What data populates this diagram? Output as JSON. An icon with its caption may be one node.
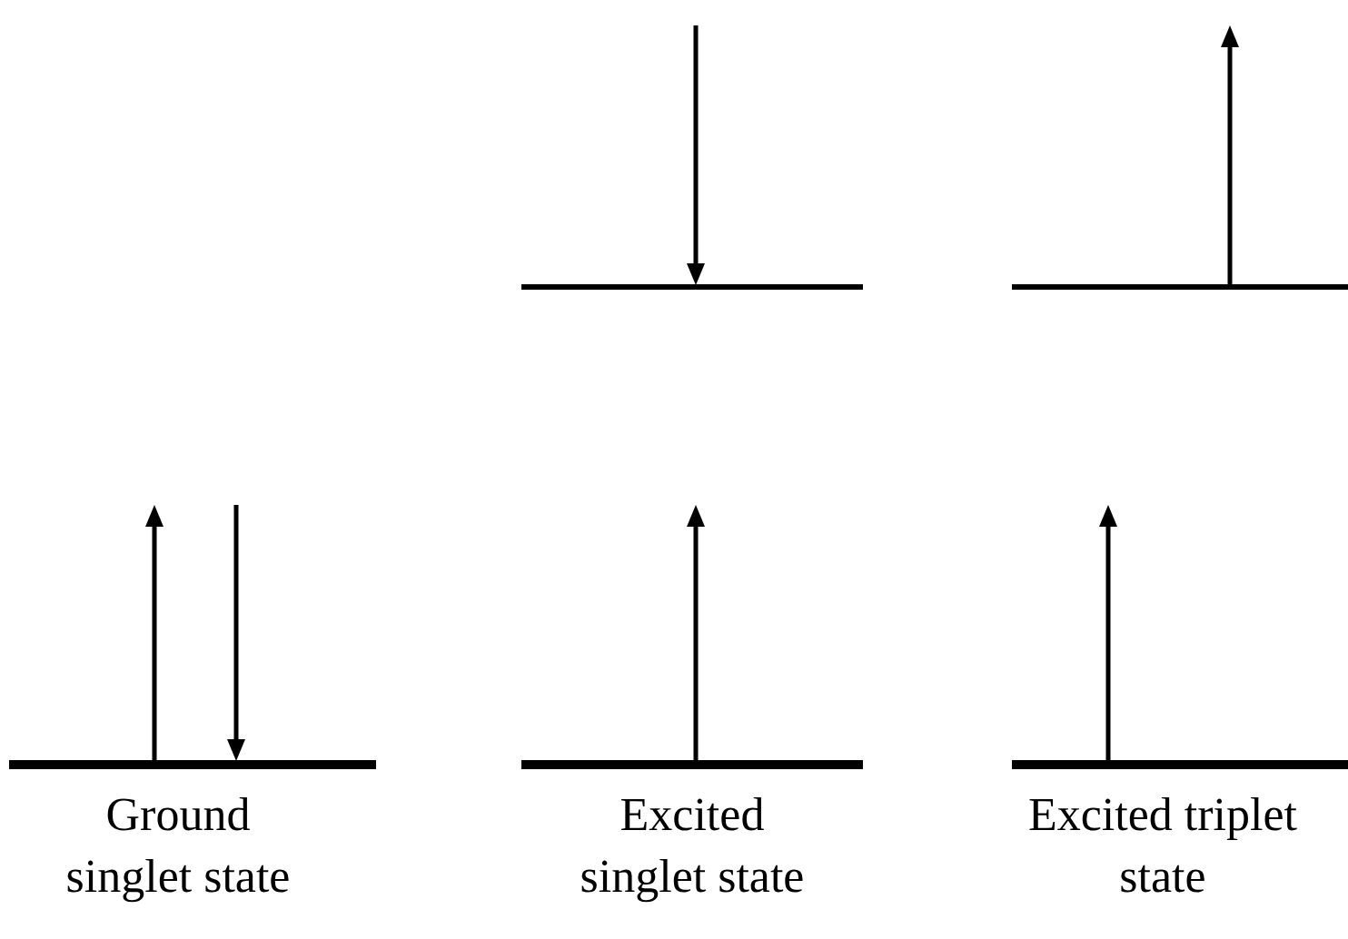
{
  "diagram": {
    "labels": [
      "Ground singlet state",
      "Excited singlet state",
      "Excited triplet state"
    ]
  }
}
